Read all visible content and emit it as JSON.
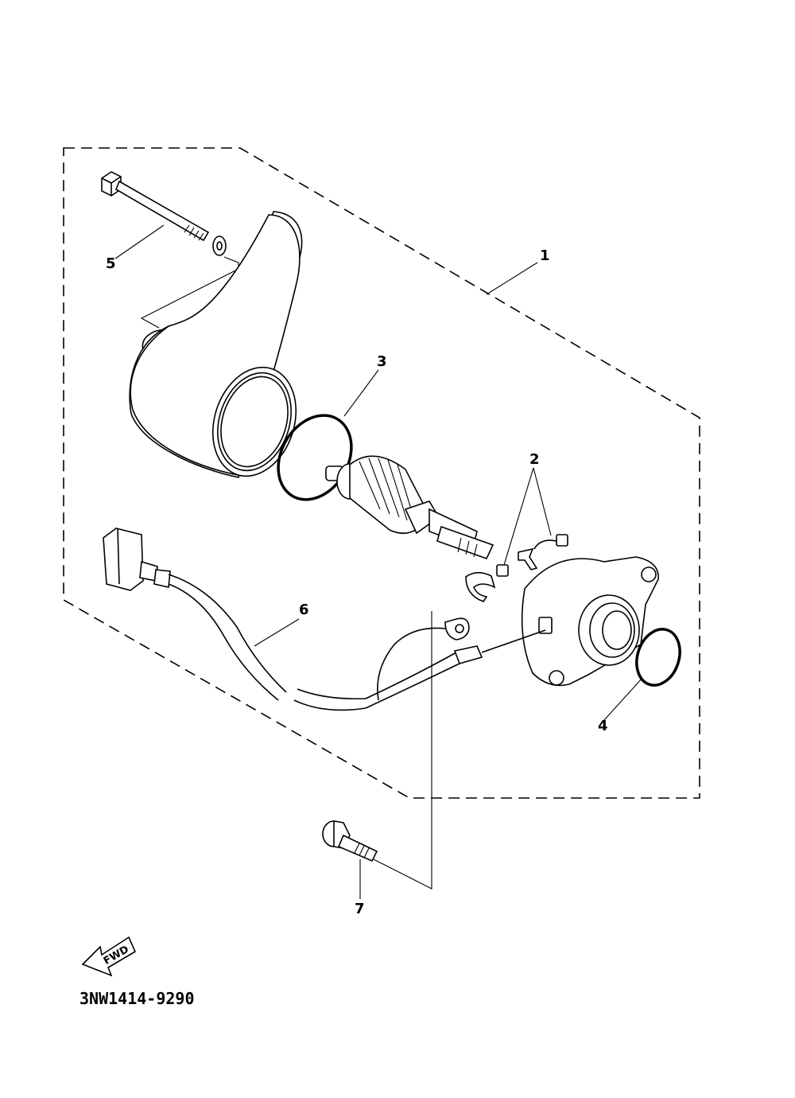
{
  "callouts": {
    "c1": "1",
    "c2": "2",
    "c3": "3",
    "c4": "4",
    "c5": "5",
    "c6": "6",
    "c7": "7"
  },
  "fwd_label": "FWD",
  "diagram_code": "3NW1414-9290"
}
